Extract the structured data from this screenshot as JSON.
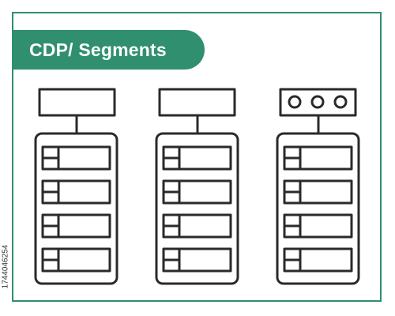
{
  "title": "CDP/ Segments",
  "side_id": "1744046254",
  "colors": {
    "accent": "#2f8f6e",
    "line": "#2a2a2a",
    "background": "#ffffff"
  },
  "icons": [
    "segment-stack-icon",
    "segment-stack-icon",
    "segment-stack-dots-icon"
  ],
  "stacks": [
    {
      "header": "blank",
      "rows": 4
    },
    {
      "header": "blank",
      "rows": 4
    },
    {
      "header": "three-dots",
      "rows": 4
    }
  ]
}
